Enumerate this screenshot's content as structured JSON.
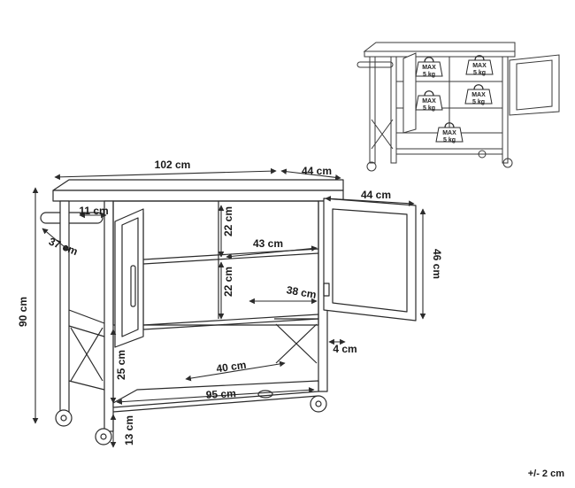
{
  "dimensions": {
    "width_total": "102 cm",
    "depth_top": "44 cm",
    "door_width": "44 cm",
    "door_height": "46 cm",
    "handle_reach": "11 cm",
    "handle_length": "37 cm",
    "total_height": "90 cm",
    "shelf_gap_top": "22 cm",
    "shelf_gap_mid": "22 cm",
    "shelf_width": "43 cm",
    "shelf_depth": "38 cm",
    "door_offset": "4 cm",
    "bottom_shelf_gap": "25 cm",
    "bottom_shelf_depth": "40 cm",
    "bottom_width": "95 cm",
    "wheel_clearance": "13 cm"
  },
  "load_labels": [
    {
      "line1": "MAX",
      "line2": "5 kg"
    },
    {
      "line1": "MAX",
      "line2": "5 kg"
    },
    {
      "line1": "MAX",
      "line2": "5 kg"
    },
    {
      "line1": "MAX",
      "line2": "5 kg"
    },
    {
      "line1": "MAX",
      "line2": "5 kg"
    }
  ],
  "tolerance": "+/- 2 cm",
  "colors": {
    "line": "#2b2b2b",
    "dim_line": "#2b2b2b",
    "weight_fill": "#ffffff"
  }
}
